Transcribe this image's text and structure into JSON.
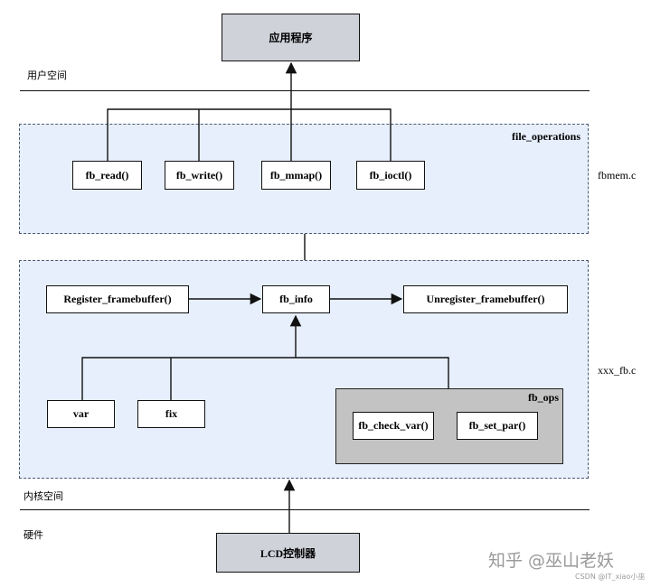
{
  "labels": {
    "user_space": "用户空间",
    "kernel_space": "内核空间",
    "hardware": "硬件",
    "fbmem": "fbmem.c",
    "xxx_fb": "xxx_fb.c",
    "file_operations": "file_operations",
    "fb_ops": "fb_ops"
  },
  "nodes": {
    "app": "应用程序",
    "lcd": "LCD控制器",
    "fb_read": "fb_read()",
    "fb_write": "fb_write()",
    "fb_mmap": "fb_mmap()",
    "fb_ioctl": "fb_ioctl()",
    "register": "Register_framebuffer()",
    "fb_info": "fb_info",
    "unregister": "Unregister_framebuffer()",
    "var": "var",
    "fix": "fix",
    "check_var": "fb_check_var()",
    "set_par": "fb_set_par()"
  },
  "watermark": {
    "main": "知乎 @巫山老妖",
    "sub": "CSDN @IT_xiao小巫"
  }
}
